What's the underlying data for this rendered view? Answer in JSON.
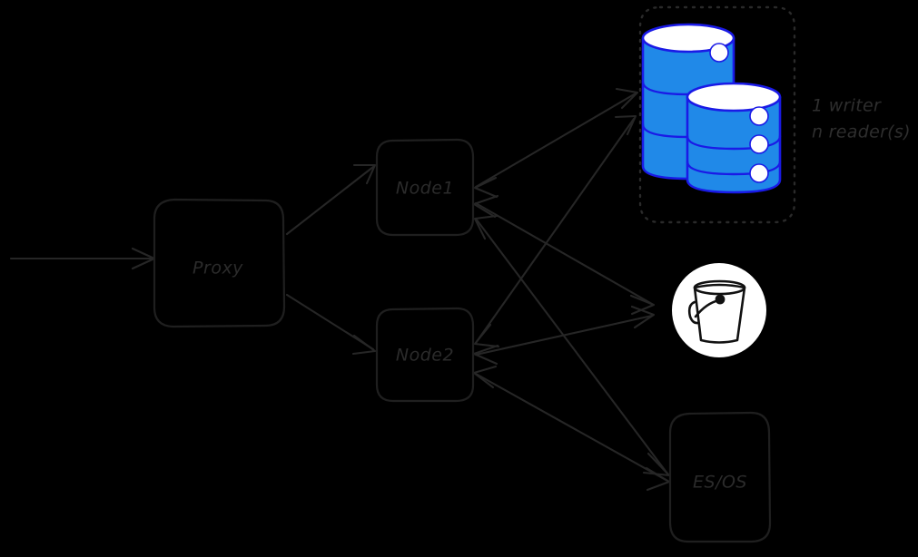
{
  "diagram": {
    "title": "Database proxy and node architecture",
    "background_color": "#000000",
    "stroke_color": "#262626",
    "label_color": "#2b2b2b",
    "accent_blue_fill": "#2089e8",
    "accent_blue_stroke": "#1a1ae6",
    "icon_white": "#ffffff"
  },
  "nodes": {
    "proxy": {
      "label": "Proxy",
      "shape": "rounded-rect"
    },
    "node1": {
      "label": "Node1",
      "shape": "rounded-rect"
    },
    "node2": {
      "label": "Node2",
      "shape": "rounded-rect"
    },
    "esos": {
      "label": "ES/OS",
      "shape": "rounded-rect"
    },
    "bucket": {
      "label": "bucket-icon",
      "shape": "circle-icon"
    },
    "database_group": {
      "label": "database-cluster",
      "shape": "dotted-rounded-rect",
      "cylinders": 2,
      "cylinder_bands": 3
    }
  },
  "annotations": {
    "database_capacity": {
      "line1": "1 writer",
      "line2": "n reader(s)"
    }
  },
  "edges": [
    {
      "from": "client",
      "to": "proxy",
      "direction": "one-way"
    },
    {
      "from": "proxy",
      "to": "node1",
      "direction": "one-way"
    },
    {
      "from": "proxy",
      "to": "node2",
      "direction": "one-way"
    },
    {
      "from": "node1",
      "to": "database_group",
      "direction": "two-way"
    },
    {
      "from": "node1",
      "to": "bucket",
      "direction": "two-way"
    },
    {
      "from": "node1",
      "to": "esos",
      "direction": "two-way"
    },
    {
      "from": "node2",
      "to": "database_group",
      "direction": "two-way"
    },
    {
      "from": "node2",
      "to": "bucket",
      "direction": "two-way"
    },
    {
      "from": "node2",
      "to": "esos",
      "direction": "two-way"
    }
  ]
}
